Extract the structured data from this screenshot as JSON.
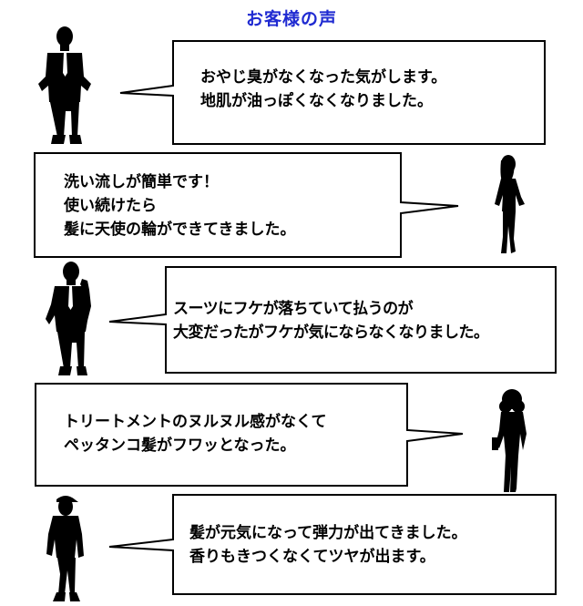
{
  "title": "お客様の声",
  "testimonials": [
    {
      "figure": "businessman-hands-on-hips-icon",
      "lines": [
        "おやじ臭がなくなった気がします。",
        "地肌が油っぽくなくなりました。"
      ]
    },
    {
      "figure": "woman-standing-icon",
      "lines": [
        "洗い流しが簡単です！",
        "使い続けたら",
        "髪に天使の輪ができてきました。"
      ]
    },
    {
      "figure": "businessman-on-phone-icon",
      "lines": [
        "スーツにフケが落ちていて払うのが",
        "大変だったがフケが気にならなくなりました。"
      ]
    },
    {
      "figure": "woman-curly-hair-icon",
      "lines": [
        "トリートメントのヌルヌル感がなくて",
        "ペッタンコ髪がフワッとなった。"
      ]
    },
    {
      "figure": "man-with-cap-icon",
      "lines": [
        "髪が元気になって弾力が出てきました。",
        "香りもきつくなくてツヤが出ます。"
      ]
    }
  ],
  "colors": {
    "title": "#1f2ad1",
    "border": "#000000",
    "silhouette": "#000000"
  }
}
